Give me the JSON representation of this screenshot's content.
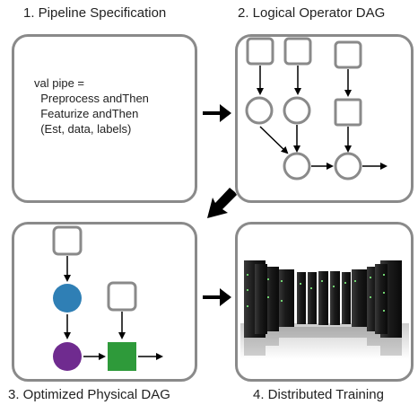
{
  "steps": {
    "step1_title": "1. Pipeline Specification",
    "step2_title": "2. Logical Operator DAG",
    "step3_title": "3. Optimized Physical DAG",
    "step4_title": "4. Distributed Training"
  },
  "code": {
    "line1": "val pipe =",
    "line2": "  Preprocess andThen",
    "line3": "  Featurize andThen",
    "line4": "  (Est, data, labels)"
  },
  "colors": {
    "panel_border": "#8a8a8a",
    "node_stroke": "#8a8a8a",
    "blue_node": "#2f7fb5",
    "purple_node": "#6f2b8f",
    "green_node": "#2e9a3a",
    "arrow": "#000000"
  }
}
